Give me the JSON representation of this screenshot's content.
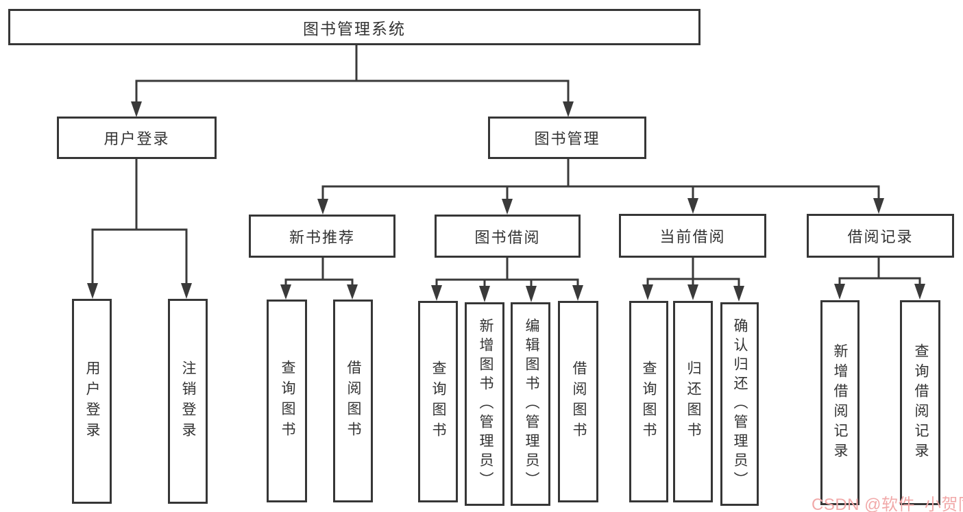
{
  "diagram": {
    "root": "图书管理系统",
    "level1": {
      "user_login": "用户登录",
      "book_management": "图书管理"
    },
    "level2": {
      "new_book_recommend": "新书推荐",
      "book_borrow": "图书借阅",
      "current_borrow": "当前借阅",
      "borrow_records": "借阅记录"
    },
    "leaves": {
      "user_login": "用户登录",
      "logout": "注销登录",
      "rec_query_books": "查询图书",
      "rec_borrow_books": "借阅图书",
      "bb_query_books": "查询图书",
      "bb_add_books_admin": "新增图书（管理员）",
      "bb_edit_books_admin": "编辑图书（管理员）",
      "bb_borrow_books": "借阅图书",
      "cb_query_books": "查询图书",
      "cb_return_books": "归还图书",
      "cb_confirm_return_admin": "确认归还（管理员）",
      "br_add_record": "新增借阅记录",
      "br_query_record": "查询借阅记录"
    },
    "watermark": "CSDN @软件_小贺同学",
    "colors": {
      "line": "#3a3a3a",
      "box_border": "#363636",
      "background": "#ffffff",
      "watermark": "#f1a9a9"
    }
  }
}
